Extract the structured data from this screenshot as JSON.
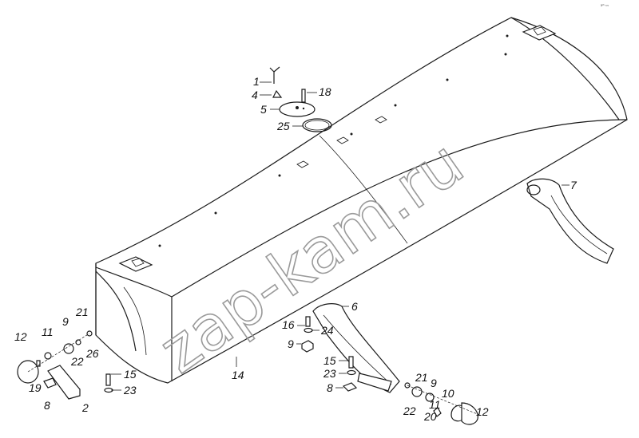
{
  "watermark": "zap-kam.ru",
  "corner_mark": "5ᵗʰ ≈≈",
  "labels": {
    "p1": "1",
    "p4": "4",
    "p5": "5",
    "p18": "18",
    "p25": "25",
    "p7": "7",
    "p6": "6",
    "p16": "16",
    "p24": "24",
    "p9a": "9",
    "p15a": "15",
    "p23a": "23",
    "p8a": "8",
    "p21b": "21",
    "p9b": "9",
    "p22b": "22",
    "p11b": "11",
    "p10": "10",
    "p20": "20",
    "p12b": "12",
    "p14": "14",
    "p12a": "12",
    "p11a": "11",
    "p9c": "9",
    "p21a": "21",
    "p22a": "22",
    "p26": "26",
    "p19": "19",
    "p8b": "8",
    "p2": "2",
    "p15b": "15",
    "p23b": "23"
  }
}
